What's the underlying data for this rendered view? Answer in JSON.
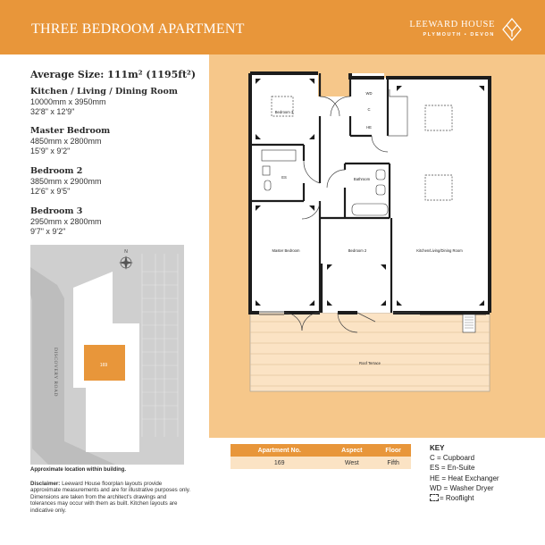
{
  "header": {
    "title": "THREE BEDROOM APARTMENT",
    "brand_name": "LEEWARD HOUSE",
    "brand_location": "PLYMOUTH  •  DEVON"
  },
  "summary": {
    "average_size": "Average Size: 111m² (1195ft²)"
  },
  "rooms": [
    {
      "name": "Kitchen / Living / Dining Room",
      "metric": "10000mm x 3950mm",
      "imperial": "32'8\" x 12'9\""
    },
    {
      "name": "Master Bedroom",
      "metric": "4850mm x 2800mm",
      "imperial": "15'9\" x 9'2\""
    },
    {
      "name": "Bedroom 2",
      "metric": "3850mm x 2900mm",
      "imperial": "12'6\" x 9'5\""
    },
    {
      "name": "Bedroom 3",
      "metric": "2950mm x 2800mm",
      "imperial": "9'7\" x 9'2\""
    }
  ],
  "map": {
    "road_label": "DISCOVERY ROAD",
    "unit_label": "169",
    "compass": "N",
    "caption": "Approximate location within building."
  },
  "disclaimer": {
    "label": "Disclaimer:",
    "text": "Leeward House floorplan layouts provide approximate measurements and are for illustrative purposes only. Dimensions are taken from the architect's drawings and tolerances may occur with them as built. Kitchen layouts are indicative only."
  },
  "floorplan_labels": {
    "bedroom3": "Bedroom 3",
    "master": "Master Bedroom",
    "bedroom2": "Bedroom 2",
    "kitchen": "Kitchen/Living/Dining Room",
    "bathroom": "Bathroom",
    "ensuite": "ES",
    "wd": "WD",
    "c": "C",
    "he": "HE",
    "terrace": "Roof Terrace"
  },
  "apartment_table": {
    "headers": [
      "Apartment No.",
      "Aspect",
      "Floor"
    ],
    "row": [
      "169",
      "West",
      "Fifth"
    ]
  },
  "key": {
    "title": "KEY",
    "items": [
      "C = Cupboard",
      "ES = En-Suite",
      "HE = Heat Exchanger",
      "WD = Washer Dryer",
      "= Rooflight"
    ]
  },
  "colors": {
    "accent": "#e8963a",
    "plan_background": "#f6c78a",
    "terrace": "#fbe3c4",
    "highlight_unit": "#e8963a"
  }
}
